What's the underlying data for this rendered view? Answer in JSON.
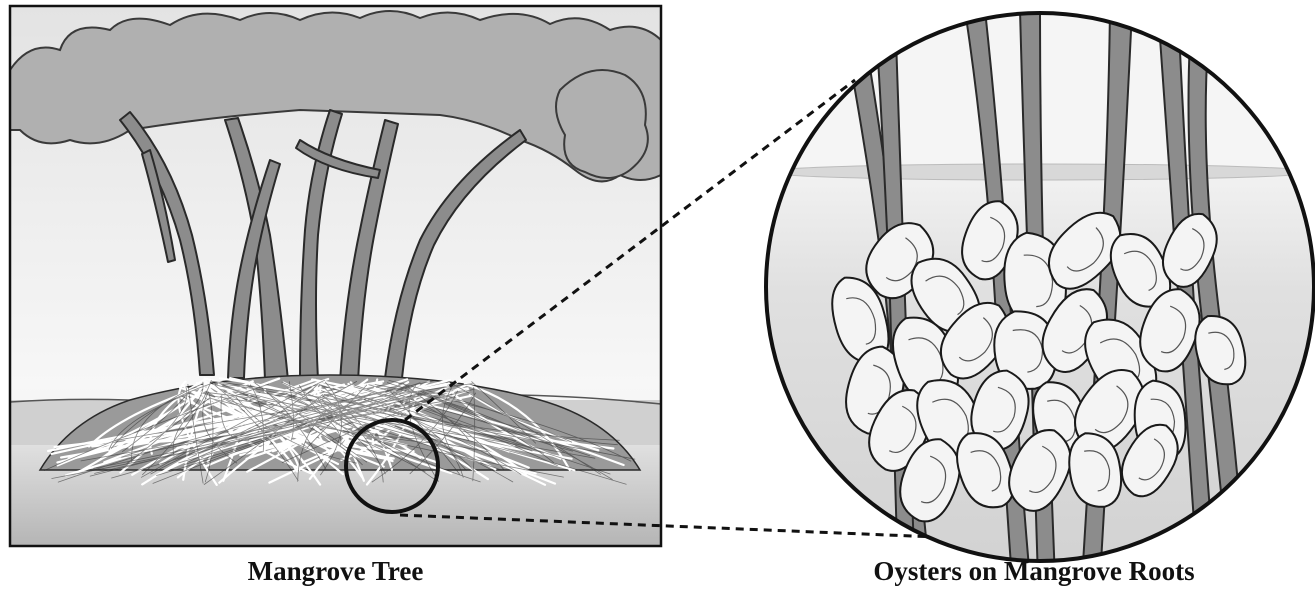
{
  "figure": {
    "left_panel": {
      "caption": "Mangrove Tree",
      "subject": "mangrove-tree"
    },
    "right_panel": {
      "caption": "Oysters on Mangrove Roots",
      "subject": "oysters-on-roots"
    },
    "colors": {
      "outline": "#1a1a1a",
      "canopy": "#b3b3b3",
      "trunk": "#8c8c8c",
      "sky_top": "#e6e6e6",
      "sky_bottom": "#fafafa",
      "water": "#c8c8c8",
      "mud": "#bdbdbd",
      "root": "#ffffff",
      "oyster": "#f4f4f4"
    }
  }
}
